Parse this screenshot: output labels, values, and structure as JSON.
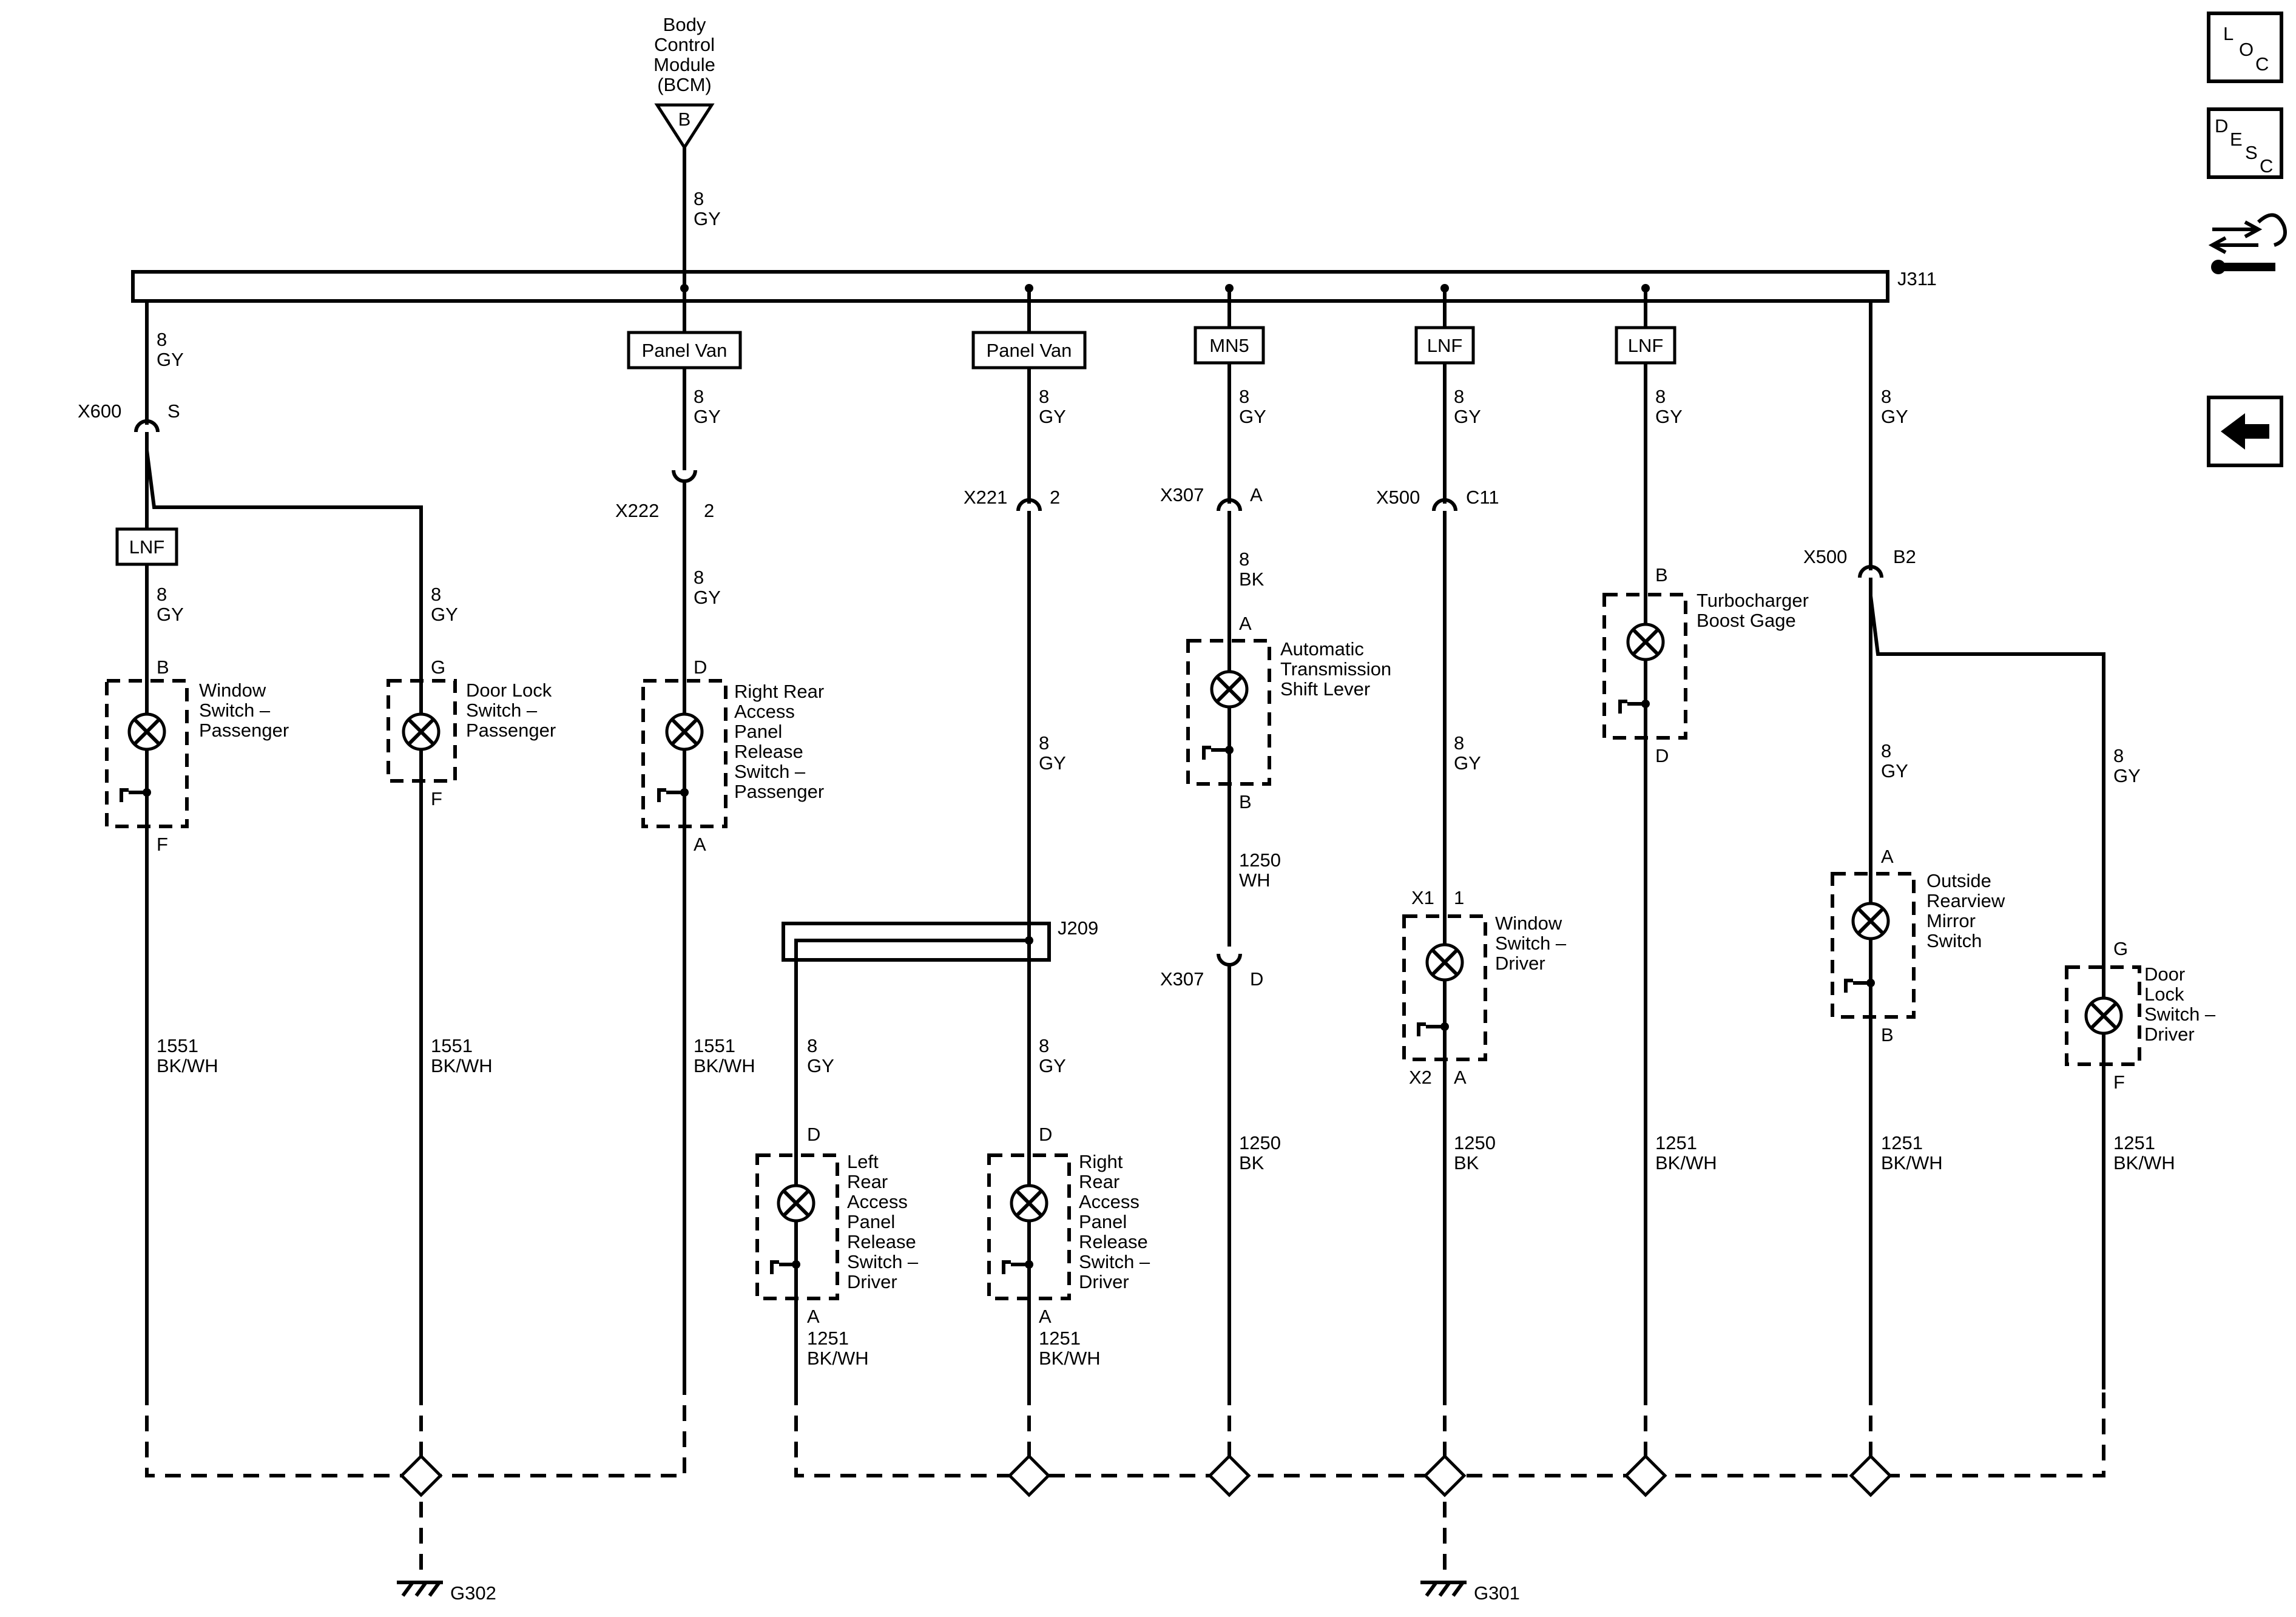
{
  "bcm": {
    "line1": "Body",
    "line2": "Control",
    "line3": "Module",
    "line4": "(BCM)",
    "pin": "B",
    "wire_num": "8",
    "wire_color": "GY"
  },
  "splice_top": "J311",
  "splice_mid": "J209",
  "nav": {
    "loc_l": "L",
    "loc_o": "O",
    "loc_c": "C",
    "desc_d": "D",
    "desc_e": "E",
    "desc_s": "S",
    "desc_c": "C"
  },
  "options": {
    "c1": "LNF",
    "c2": "Panel Van",
    "c3": "Panel Van",
    "c4": "MN5",
    "c5": "LNF",
    "c6": "LNF"
  },
  "connectors": {
    "x600": "X600",
    "x600_pin": "S",
    "x222": "X222",
    "x222_pin": "2",
    "x221": "X221",
    "x221_pin": "2",
    "x307a": "X307",
    "x307a_pin": "A",
    "x500a": "X500",
    "x500a_pin": "C11",
    "x500b": "X500",
    "x500b_pin": "B2",
    "x307b": "X307",
    "x307b_pin": "D"
  },
  "wires": {
    "gy_num": "8",
    "gy": "GY",
    "bk_num": "8",
    "bk": "BK",
    "wh_num": "1250",
    "wh": "WH",
    "n1551": "1551",
    "n1251": "1251",
    "n1250": "1250",
    "bkwh": "BK/WH"
  },
  "components": {
    "c1": {
      "l1": "Window",
      "l2": "Switch –",
      "l3": "Passenger",
      "top": "B",
      "bot": "F"
    },
    "c2": {
      "l1": "Door Lock",
      "l2": "Switch –",
      "l3": "Passenger",
      "top": "G",
      "bot": "F"
    },
    "c3": {
      "l1": "Right Rear",
      "l2": "Access",
      "l3": "Panel",
      "l4": "Release",
      "l5": "Switch –",
      "l6": "Passenger",
      "top": "D",
      "bot": "A"
    },
    "c4": {
      "l1": "Automatic",
      "l2": "Transmission",
      "l3": "Shift Lever",
      "top": "A",
      "bot": "B"
    },
    "c5": {
      "l1": "Turbocharger",
      "l2": "Boost Gage",
      "top": "B",
      "bot": "D"
    },
    "c6": {
      "l1": "Window",
      "l2": "Switch –",
      "l3": "Driver",
      "top1": "X1",
      "top2": "1",
      "bot1": "X2",
      "bot2": "A"
    },
    "c7": {
      "l1": "Outside",
      "l2": "Rearview",
      "l3": "Mirror",
      "l4": "Switch",
      "top": "A",
      "bot": "B"
    },
    "c8": {
      "l1": "Door",
      "l2": "Lock",
      "l3": "Switch –",
      "l4": "Driver",
      "top": "G",
      "bot": "F"
    },
    "c9": {
      "l1": "Left",
      "l2": "Rear",
      "l3": "Access",
      "l4": "Panel",
      "l5": "Release",
      "l6": "Switch –",
      "l7": "Driver",
      "top": "D",
      "bot": "A"
    },
    "c10": {
      "l1": "Right",
      "l2": "Rear",
      "l3": "Access",
      "l4": "Panel",
      "l5": "Release",
      "l6": "Switch –",
      "l7": "Driver",
      "top": "D",
      "bot": "A"
    }
  },
  "grounds": {
    "g1": "G302",
    "g2": "G301"
  }
}
